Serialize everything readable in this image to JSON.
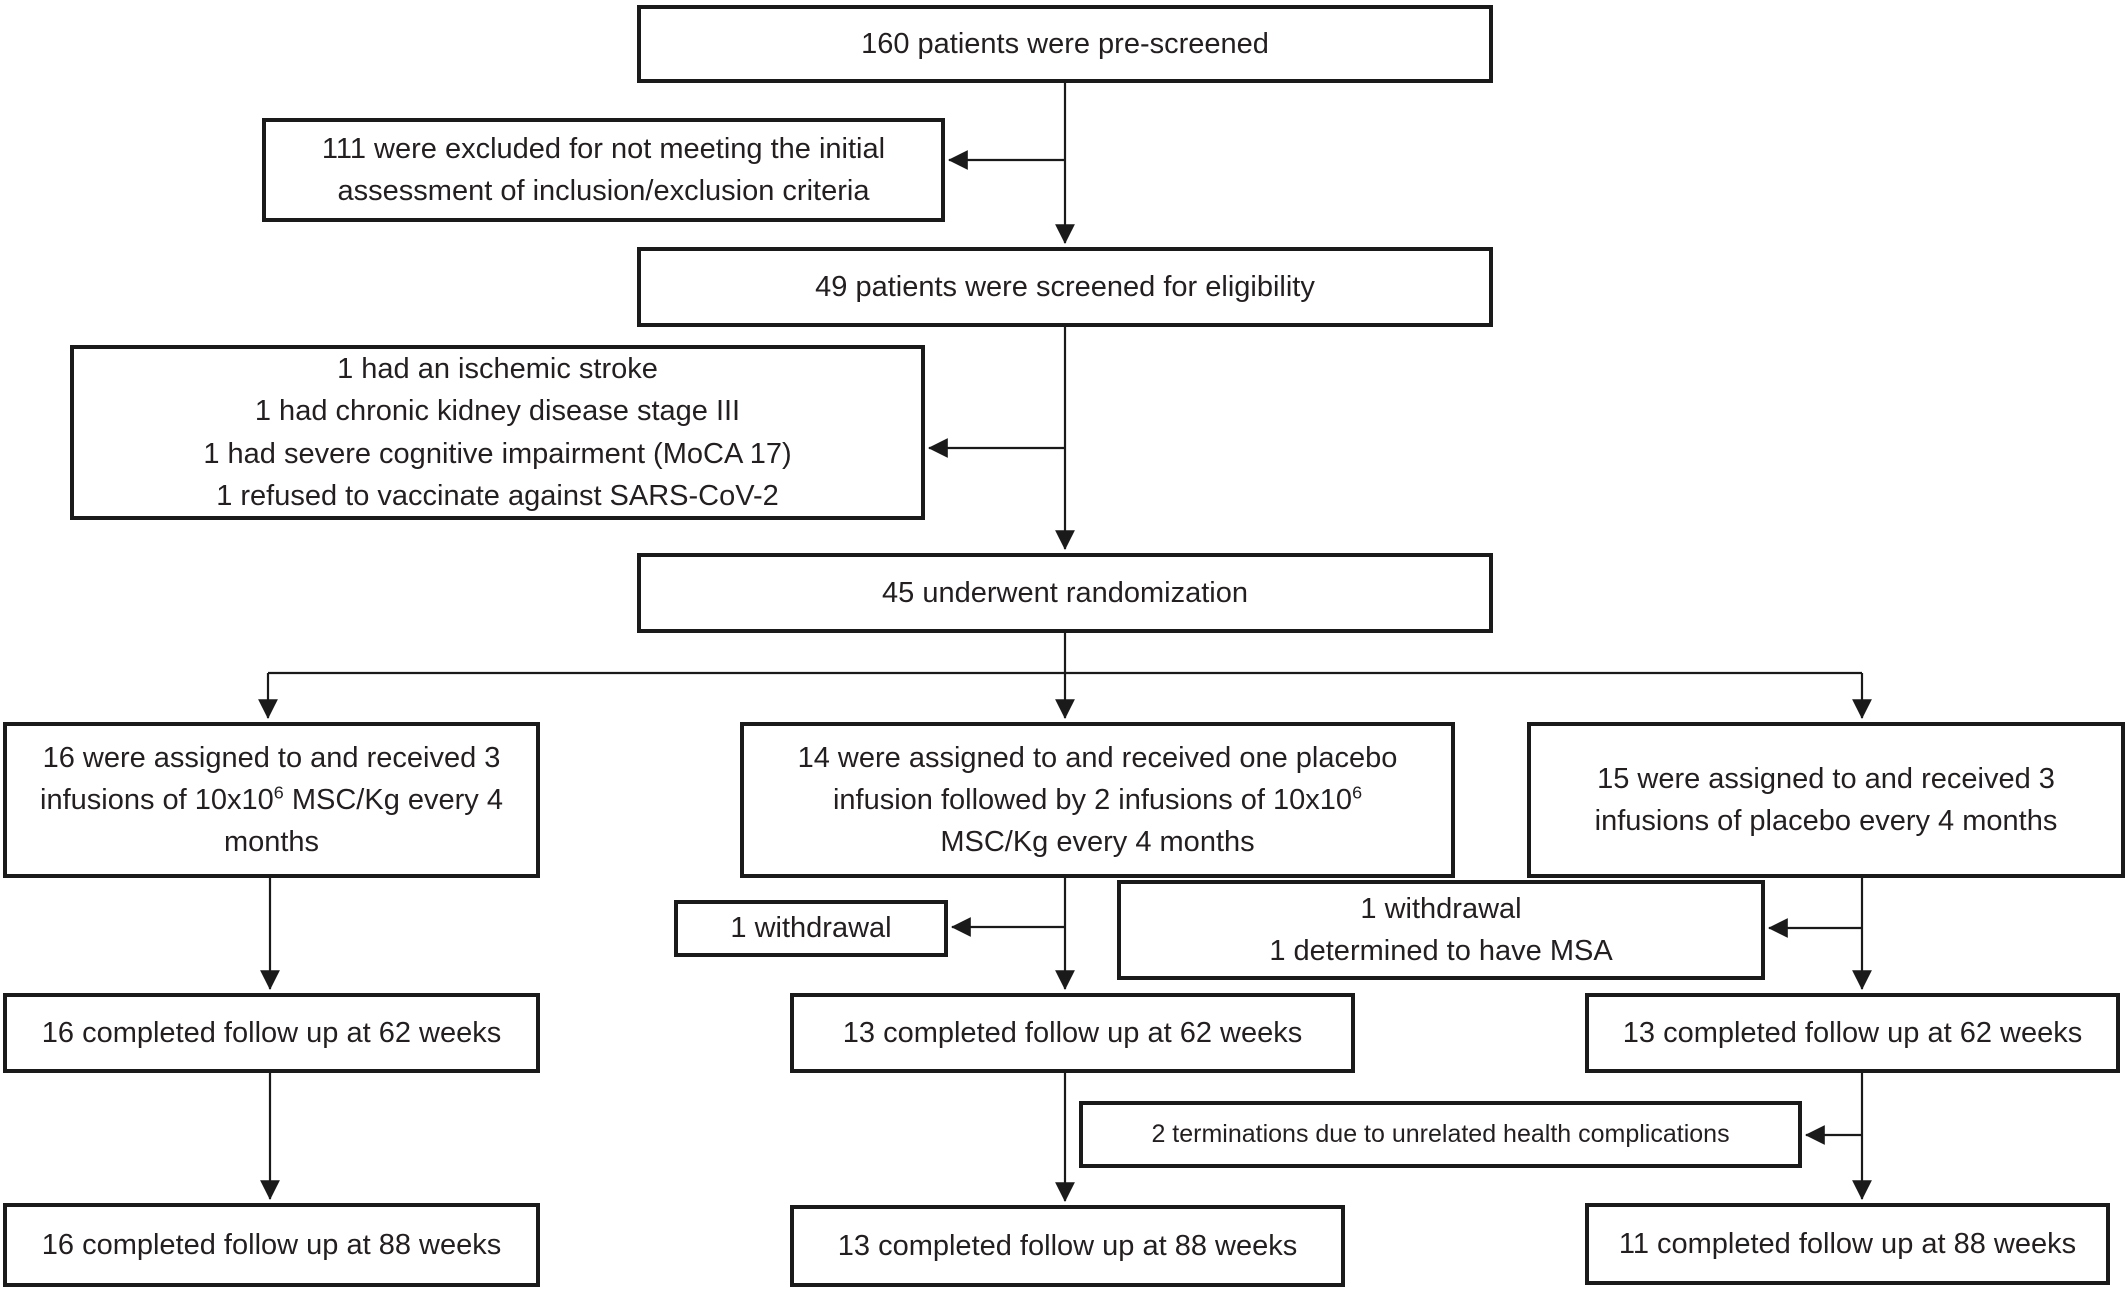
{
  "figure_type": "consort-flow-diagram",
  "colors": {
    "box_border": "#1a1a1a",
    "text": "#231f20",
    "background": "#ffffff",
    "connector": "#1a1a1a"
  },
  "boxes": {
    "prescreened": "160 patients were pre-screened",
    "excluded_initial": {
      "line1": "111 were excluded for not meeting the initial",
      "line2": "assessment of inclusion/exclusion criteria"
    },
    "screened": "49 patients were screened for eligibility",
    "exclusion_reasons": {
      "line1": "1 had an ischemic stroke",
      "line2": "1 had chronic kidney disease stage III",
      "line3": "1 had severe cognitive impairment (MoCA 17)",
      "line4": "1 refused to vaccinate against SARS-CoV-2"
    },
    "randomized": "45 underwent randomization",
    "arm_msc": {
      "line1": "16 were assigned to and received 3",
      "line2_pre": "infusions of 10x10",
      "line2_sup": "6",
      "line2_post": " MSC/Kg every 4",
      "line3": "months"
    },
    "arm_placebo_msc": {
      "line1": "14 were assigned to and received one placebo",
      "line2_pre": "infusion followed by 2 infusions of 10x10",
      "line2_sup": "6",
      "line3": "MSC/Kg every 4 months"
    },
    "arm_placebo": {
      "line1": "15 were assigned to and received 3",
      "line2": "infusions of placebo every 4 months"
    },
    "withdrawal_mid": "1 withdrawal",
    "withdrawal_right": {
      "line1": "1 withdrawal",
      "line2": "1 determined to have MSA"
    },
    "fu62_left": "16 completed follow up at 62 weeks",
    "fu62_mid": "13 completed follow up at 62 weeks",
    "fu62_right": "13 completed follow up at 62 weeks",
    "terminations": "2 terminations due to unrelated health complications",
    "fu88_left": "16 completed follow up at 88 weeks",
    "fu88_mid": "13 completed follow up at 88 weeks",
    "fu88_right": "11 completed follow up at 88 weeks"
  }
}
